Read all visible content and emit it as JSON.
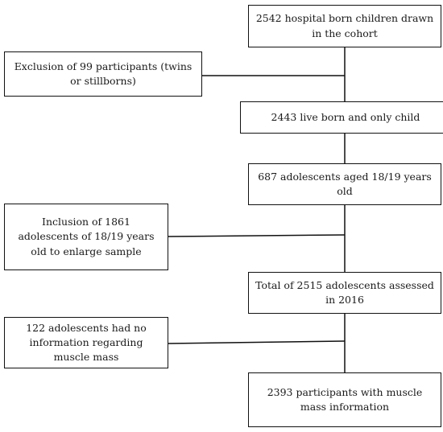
{
  "flowchart": {
    "main_steps": [
      {
        "id": "cohort",
        "text": "2542 hospital born children drawn in the cohort"
      },
      {
        "id": "liveborn",
        "text": "2443 live born and only child"
      },
      {
        "id": "adolescents",
        "text": "687 adolescents aged 18/19 years old"
      },
      {
        "id": "total",
        "text": "Total of 2515 adolescents assessed in 2016"
      },
      {
        "id": "final",
        "text": "2393 participants with muscle mass information"
      }
    ],
    "side_steps": [
      {
        "id": "exclusion",
        "text": "Exclusion of 99 participants (twins or stillborns)"
      },
      {
        "id": "inclusion",
        "text": "Inclusion of 1861 adolescents of 18/19 years old to enlarge sample"
      },
      {
        "id": "nomuscle",
        "text": "122 adolescents had no information regarding muscle mass"
      }
    ],
    "line_color": "#111111"
  }
}
